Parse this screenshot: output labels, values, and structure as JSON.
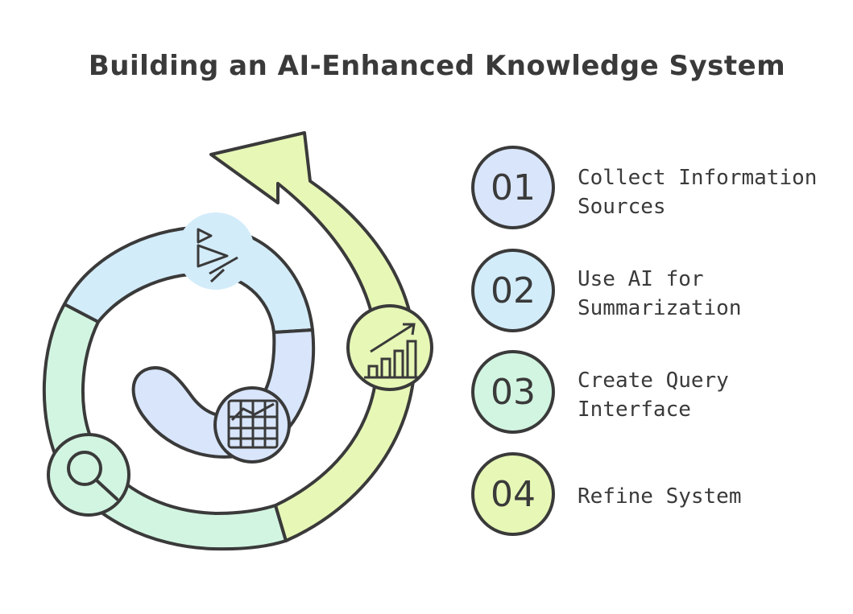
{
  "title": "Building an AI-Enhanced Knowledge System",
  "colors": {
    "stroke": "#3a3a3a",
    "blue_light": "#d3ecfa",
    "periwinkle": "#d8e5fb",
    "mint": "#d2f5e1",
    "lime": "#e7f7b6"
  },
  "steps": [
    {
      "number": "01",
      "label_line1": "Collect Information",
      "label_line2": "Sources",
      "color": "#d8e5fb"
    },
    {
      "number": "02",
      "label_line1": "Use AI for",
      "label_line2": "Summarization",
      "color": "#d3ecfa"
    },
    {
      "number": "03",
      "label_line1": "Create Query",
      "label_line2": "Interface",
      "color": "#d2f5e1"
    },
    {
      "number": "04",
      "label_line1": "Refine System",
      "label_line2": "",
      "color": "#e7f7b6"
    }
  ],
  "icons": {
    "sources": "funnel-triangles-icon",
    "summarization": "table-chart-icon",
    "query": "magnifier-icon",
    "refine": "growth-chart-icon"
  }
}
